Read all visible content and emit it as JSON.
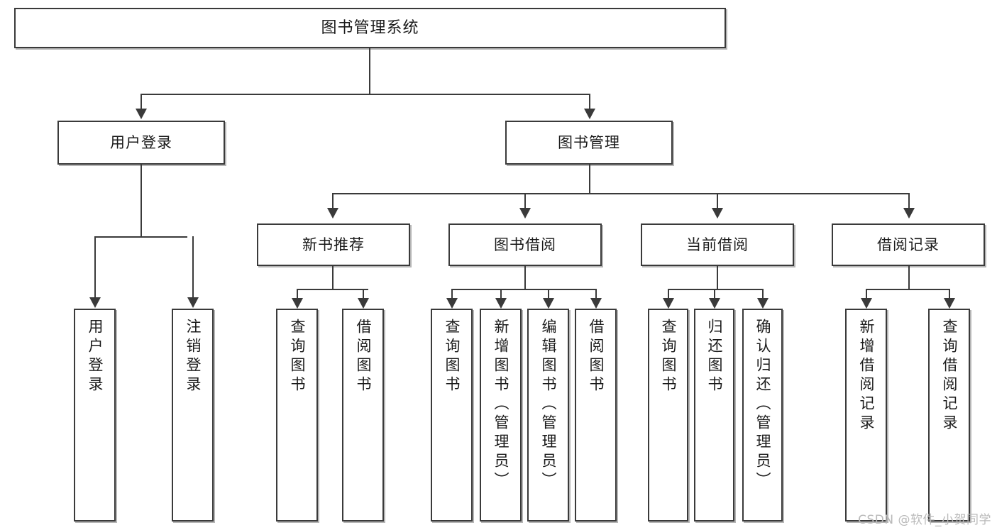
{
  "diagram": {
    "title": "图书管理系统",
    "type": "tree-hierarchy",
    "root": {
      "label": "图书管理系统"
    },
    "level2": [
      {
        "label": "用户登录"
      },
      {
        "label": "图书管理"
      }
    ],
    "level3": [
      {
        "label": "新书推荐"
      },
      {
        "label": "图书借阅"
      },
      {
        "label": "当前借阅"
      },
      {
        "label": "借阅记录"
      }
    ],
    "leaves": {
      "user_login": [
        {
          "label": "用户登录"
        },
        {
          "label": "注销登录"
        }
      ],
      "new_book_recommend": [
        {
          "label": "查询图书"
        },
        {
          "label": "借阅图书"
        }
      ],
      "book_borrow": [
        {
          "label": "查询图书"
        },
        {
          "label": "新增图书（管理员）"
        },
        {
          "label": "编辑图书（管理员）"
        },
        {
          "label": "借阅图书"
        }
      ],
      "current_borrow": [
        {
          "label": "查询图书"
        },
        {
          "label": "归还图书"
        },
        {
          "label": "确认归还（管理员）"
        }
      ],
      "borrow_record": [
        {
          "label": "新增借阅记录"
        },
        {
          "label": "查询借阅记录"
        }
      ]
    }
  },
  "watermark": {
    "text": "CSDN @软件_小贺同学"
  },
  "colors": {
    "box_border": "#3a3a3a",
    "box_fill": "#ffffff",
    "line": "#3a3a3a",
    "text": "#1a1a1a",
    "watermark": "#b9b9b9"
  }
}
